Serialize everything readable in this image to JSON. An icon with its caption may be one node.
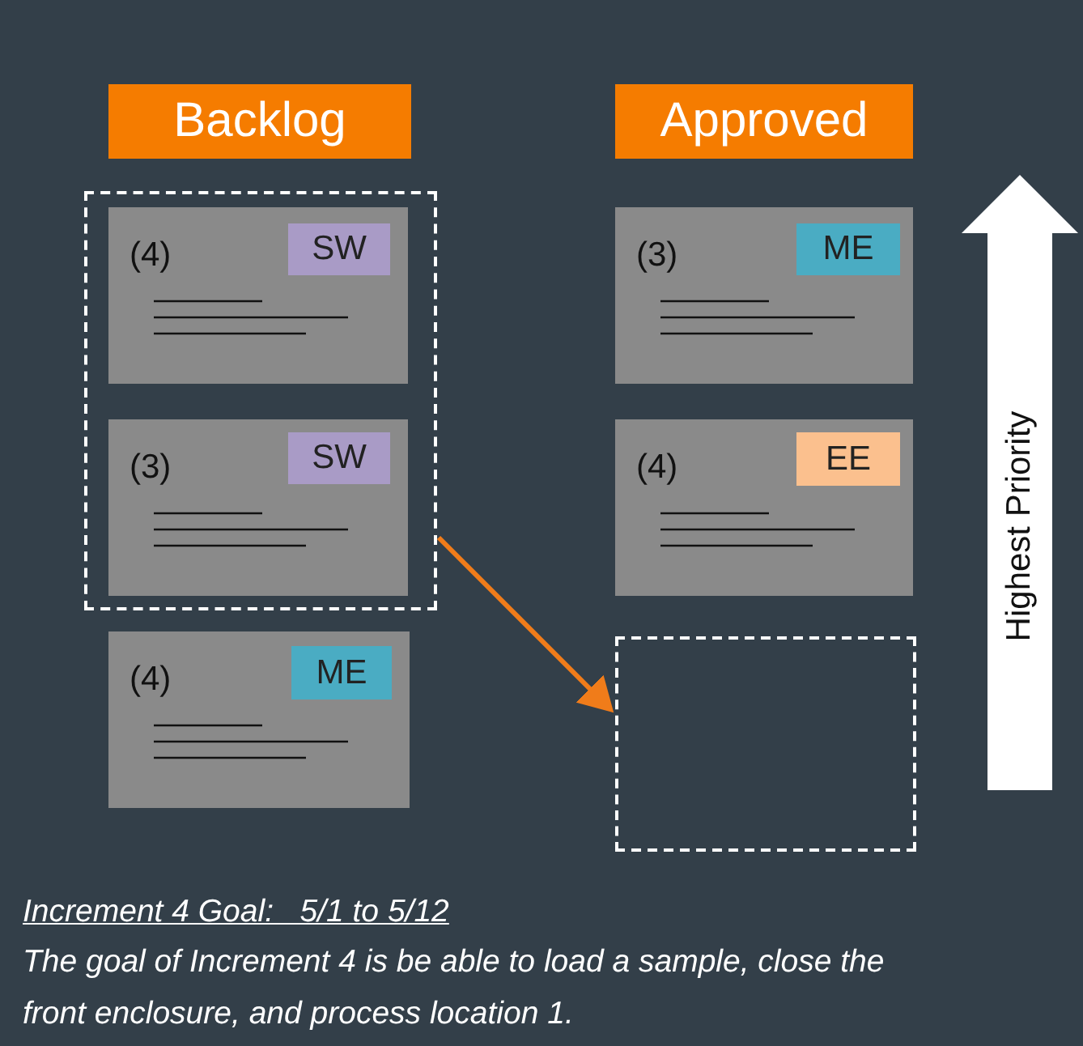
{
  "diagram": {
    "nodes": [
      {
        "text": [
          "Backlog"
        ]
      },
      {
        "text": [
          "Approved"
        ]
      },
      {
        "text": [],
        "shape": "box"
      },
      {
        "text": [
          "(4)"
        ],
        "in": 2
      },
      {
        "text": [
          "SW"
        ],
        "in": 3
      },
      {
        "text": [
          "(3)"
        ],
        "in": 2
      },
      {
        "text": [
          "SW"
        ],
        "in": 5
      },
      {
        "text": [
          "(4)"
        ]
      },
      {
        "text": [
          "ME"
        ],
        "in": 7
      },
      {
        "text": [
          "(3)"
        ]
      },
      {
        "text": [
          "ME"
        ],
        "in": 9
      },
      {
        "text": [
          "(4)"
        ]
      },
      {
        "text": [
          "EE"
        ],
        "in": 11
      },
      {
        "text": [],
        "shape": "box"
      },
      {
        "text": [
          "Highest Priority"
        ]
      }
    ],
    "edges": [
      {
        "from": 2,
        "to": 13,
        "arrow": "to"
      }
    ],
    "labels": [
      "Increment 4 Goal:   5/1 to 5/12",
      "The goal of Increment 4 is be able to load a sample, close the front enclosure, and process location 1."
    ]
  }
}
